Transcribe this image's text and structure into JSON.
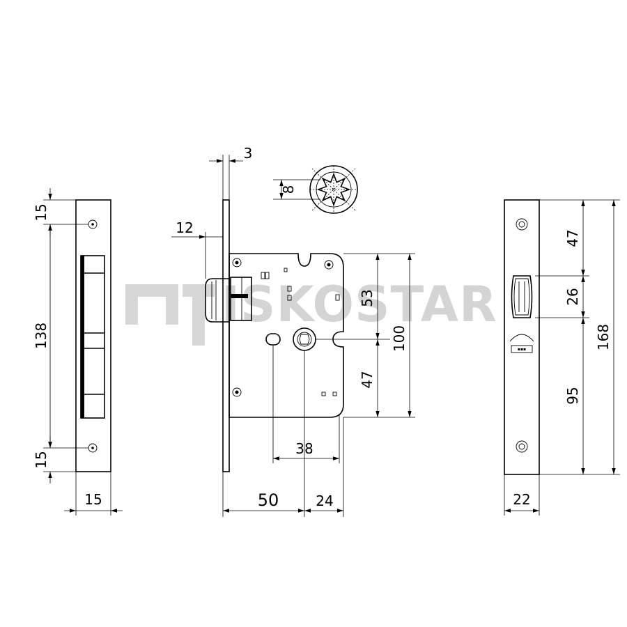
{
  "watermark": {
    "text": "ISKOSTAR"
  },
  "dimensions": {
    "left_top_offset": "15",
    "left_height": "138",
    "left_bottom_offset": "15",
    "left_width": "15",
    "faceplate_thickness": "3",
    "latch_projection": "12",
    "spindle_size": "8",
    "upper_height": "53",
    "lower_height": "47",
    "case_height": "100",
    "spindle_to_latch": "38",
    "backset": "50",
    "spindle_to_back": "24",
    "right_upper": "47",
    "right_latch": "26",
    "right_lower": "95",
    "right_total": "168",
    "right_width": "22"
  }
}
